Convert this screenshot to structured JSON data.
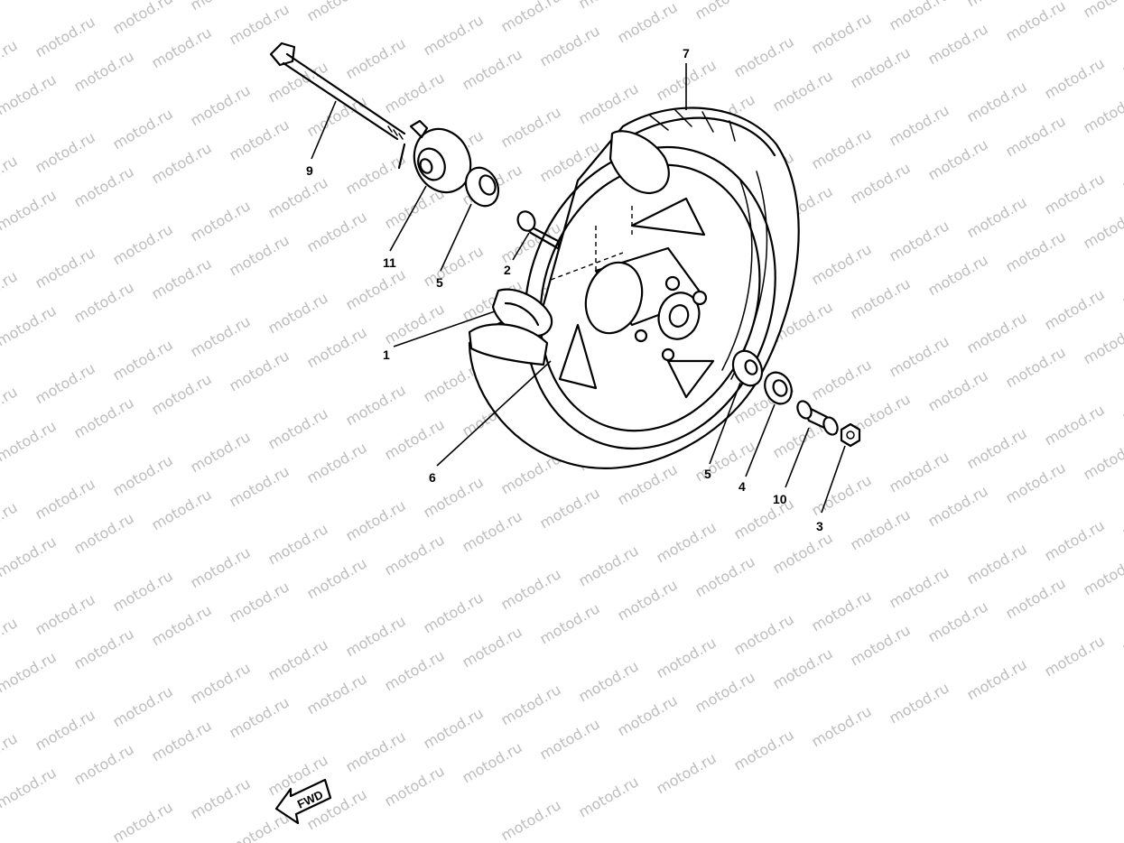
{
  "watermark": "motod.ru",
  "parts": {
    "part_1": "1",
    "part_2": "2",
    "part_3": "3",
    "part_4": "4",
    "part_5a": "5",
    "part_5b": "5",
    "part_6": "6",
    "part_7": "7",
    "part_9": "9",
    "part_10": "10",
    "part_11": "11"
  },
  "direction_badge": "FWD"
}
